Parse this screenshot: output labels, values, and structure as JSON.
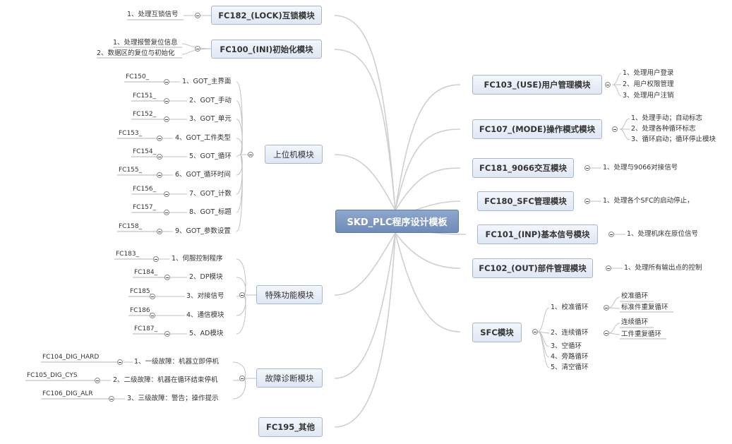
{
  "root": "SKD_PLC程序设计模板",
  "left": {
    "fc182": {
      "title": "FC182_(LOCK)互锁模块",
      "items": [
        "1、处理互锁信号"
      ]
    },
    "fc100": {
      "title": "FC100_(INI)初始化模块",
      "items": [
        "1、处理报警复位信息",
        "2、数据区的复位与初始化"
      ]
    },
    "got": {
      "title": "上位机模块",
      "items": [
        "1、GOT_主界面",
        "2、GOT_手动",
        "3、GOT_单元",
        "4、GOT_工件类型",
        "5、GOT_循环",
        "6、GOT_循环时间",
        "7、GOT_计数",
        "8、GOT_标题",
        "9、GOT_参数设置"
      ],
      "fcs": [
        "FC150_",
        "FC151_",
        "FC152_",
        "FC153_",
        "FC154_",
        "FC155_",
        "FC156_",
        "FC157_",
        "FC158_"
      ]
    },
    "special": {
      "title": "特殊功能模块",
      "items": [
        "1、伺服控制程序",
        "2、DP模块",
        "3、对接信号",
        "4、通信模块",
        "5、AD模块"
      ],
      "fcs": [
        "FC183_",
        "FC184_",
        "FC185_",
        "FC186_",
        "FC187_"
      ]
    },
    "diag": {
      "title": "故障诊断模块",
      "items": [
        "1、一级故障：机器立即停机",
        "2、二级故障：机器在循环结束停机",
        "3、三级故障：警告；操作提示"
      ],
      "fcs": [
        "FC104_DIG_HARD",
        "FC105_DIG_CYS",
        "FC106_DIG_ALR"
      ]
    },
    "fc195": {
      "title": "FC195_其他"
    }
  },
  "right": {
    "fc103": {
      "title": "FC103_(USE)用户管理模块",
      "items": [
        "1、处理用户登录",
        "2、用户权限管理",
        "3、处理用户注销"
      ]
    },
    "fc107": {
      "title": "FC107_(MODE)操作模式模块",
      "items": [
        "1、处理手动；自动标志",
        "2、处理各种循环标志",
        "3、循环启动；循环停止模块"
      ]
    },
    "fc181": {
      "title": "FC181_9066交互模块",
      "items": [
        "1、处理与9066对接信号"
      ]
    },
    "fc180": {
      "title": "FC180_SFC管理模块",
      "items": [
        "1、处理各个SFC的启动停止，"
      ]
    },
    "fc101": {
      "title": "FC101_(INP)基本信号模块",
      "items": [
        "1、处理机床在原位信号"
      ]
    },
    "fc102": {
      "title": "FC102_(OUT)部件管理模块",
      "items": [
        "1、处理所有输出点的控制"
      ]
    },
    "sfc": {
      "title": "SFC模块",
      "items": [
        "1、校准循环",
        "2、连续循环",
        "3、空循环",
        "4、旁路循环",
        "5、清空循环"
      ],
      "sub1": [
        "校准循环",
        "标准件重复循环"
      ],
      "sub2": [
        "连续循环",
        "工件重复循环"
      ]
    }
  }
}
